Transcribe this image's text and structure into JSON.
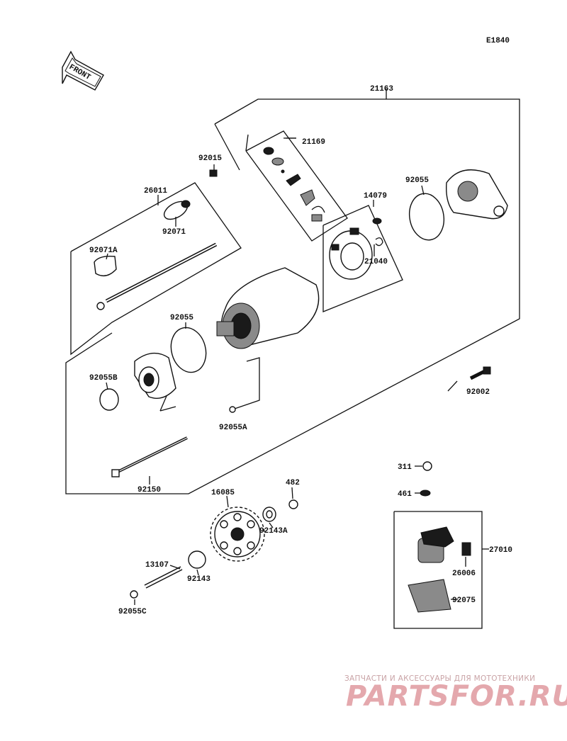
{
  "diagram": {
    "code": "E1840",
    "front_label": "FRONT",
    "parts": [
      {
        "id": "p21163",
        "number": "21163"
      },
      {
        "id": "p21169",
        "number": "21169"
      },
      {
        "id": "p92015",
        "number": "92015"
      },
      {
        "id": "p26011",
        "number": "26011"
      },
      {
        "id": "p92071",
        "number": "92071"
      },
      {
        "id": "p92071A",
        "number": "92071A"
      },
      {
        "id": "p14079",
        "number": "14079"
      },
      {
        "id": "p92055_top",
        "number": "92055"
      },
      {
        "id": "p21040",
        "number": "21040"
      },
      {
        "id": "p92055",
        "number": "92055"
      },
      {
        "id": "p92055B",
        "number": "92055B"
      },
      {
        "id": "p92055A",
        "number": "92055A"
      },
      {
        "id": "p92002",
        "number": "92002"
      },
      {
        "id": "p92150",
        "number": "92150"
      },
      {
        "id": "p16085",
        "number": "16085"
      },
      {
        "id": "p482",
        "number": "482"
      },
      {
        "id": "p92143A",
        "number": "92143A"
      },
      {
        "id": "p13107",
        "number": "13107"
      },
      {
        "id": "p92143",
        "number": "92143"
      },
      {
        "id": "p92055C",
        "number": "92055C"
      },
      {
        "id": "p311",
        "number": "311"
      },
      {
        "id": "p461",
        "number": "461"
      },
      {
        "id": "p27010",
        "number": "27010"
      },
      {
        "id": "p26006",
        "number": "26006"
      },
      {
        "id": "p92075",
        "number": "92075"
      }
    ]
  },
  "watermark": {
    "tagline": "ЗАПЧАСТИ И АКСЕССУАРЫ ДЛЯ МОТОТЕХНИКИ",
    "logo": "PARTSFOR.RU"
  },
  "colors": {
    "ink": "#111111",
    "watermark": "#e4a8ad"
  }
}
